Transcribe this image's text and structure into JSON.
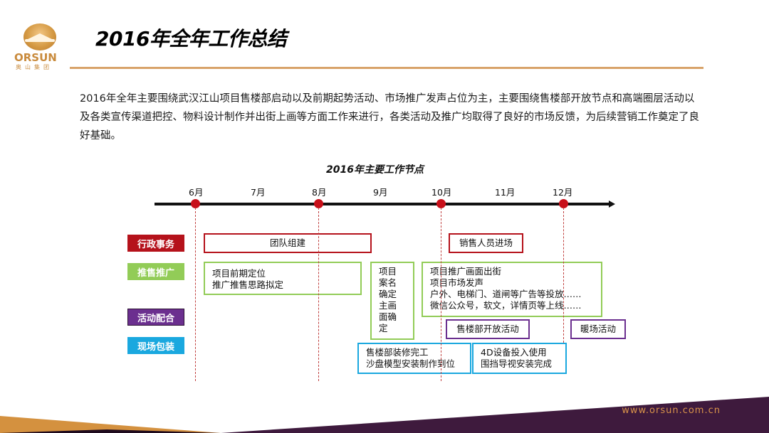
{
  "header": {
    "logo_text": "ORSUN",
    "logo_subtext": "奥山集团",
    "title": "2016年全年工作总结"
  },
  "intro": {
    "text": "2016年全年主要围绕武汉江山项目售楼部启动以及前期起势活动、市场推广发声占位为主，主要围绕售楼部开放节点和高端圈层活动以及各类宣传渠道把控、物料设计制作并出街上画等方面工作来进行，各类活动及推广均取得了良好的市场反馈，为后续营销工作奠定了良好基础。"
  },
  "timeline": {
    "title": "2016年主要工作节点",
    "months": [
      "6月",
      "7月",
      "8月",
      "9月",
      "10月",
      "11月",
      "12月"
    ],
    "milestone_months": [
      "6月",
      "8月",
      "10月",
      "12月"
    ],
    "categories": [
      {
        "label": "行政事务",
        "color": "#b5121b"
      },
      {
        "label": "推售推广",
        "color": "#92cc57"
      },
      {
        "label": "活动配合",
        "color": "#6b2f8f"
      },
      {
        "label": "现场包装",
        "color": "#1aa8df"
      }
    ],
    "items": [
      {
        "category": "行政事务",
        "text": "团队组建"
      },
      {
        "category": "行政事务",
        "text": "销售人员进场"
      },
      {
        "category": "推售推广",
        "text": "项目前期定位\n推广推售思路拟定"
      },
      {
        "category": "推售推广",
        "text": "项目\n案名\n确定\n主画\n面确\n定"
      },
      {
        "category": "推售推广",
        "text": "项目推广画面出街\n项目市场发声\n户外、电梯门、道闸等广告等投放……\n微信公众号，软文，详情页等上线……"
      },
      {
        "category": "活动配合",
        "text": "售楼部开放活动"
      },
      {
        "category": "活动配合",
        "text": "暖场活动"
      },
      {
        "category": "现场包装",
        "text": "售楼部装修完工\n沙盘模型安装制作到位"
      },
      {
        "category": "现场包装",
        "text": "4D设备投入使用\n围挡导视安装完成"
      }
    ]
  },
  "footer": {
    "url": "www.orsun.com.cn",
    "colors": {
      "orange": "#d4913f",
      "purple": "#3e1a3d"
    }
  }
}
